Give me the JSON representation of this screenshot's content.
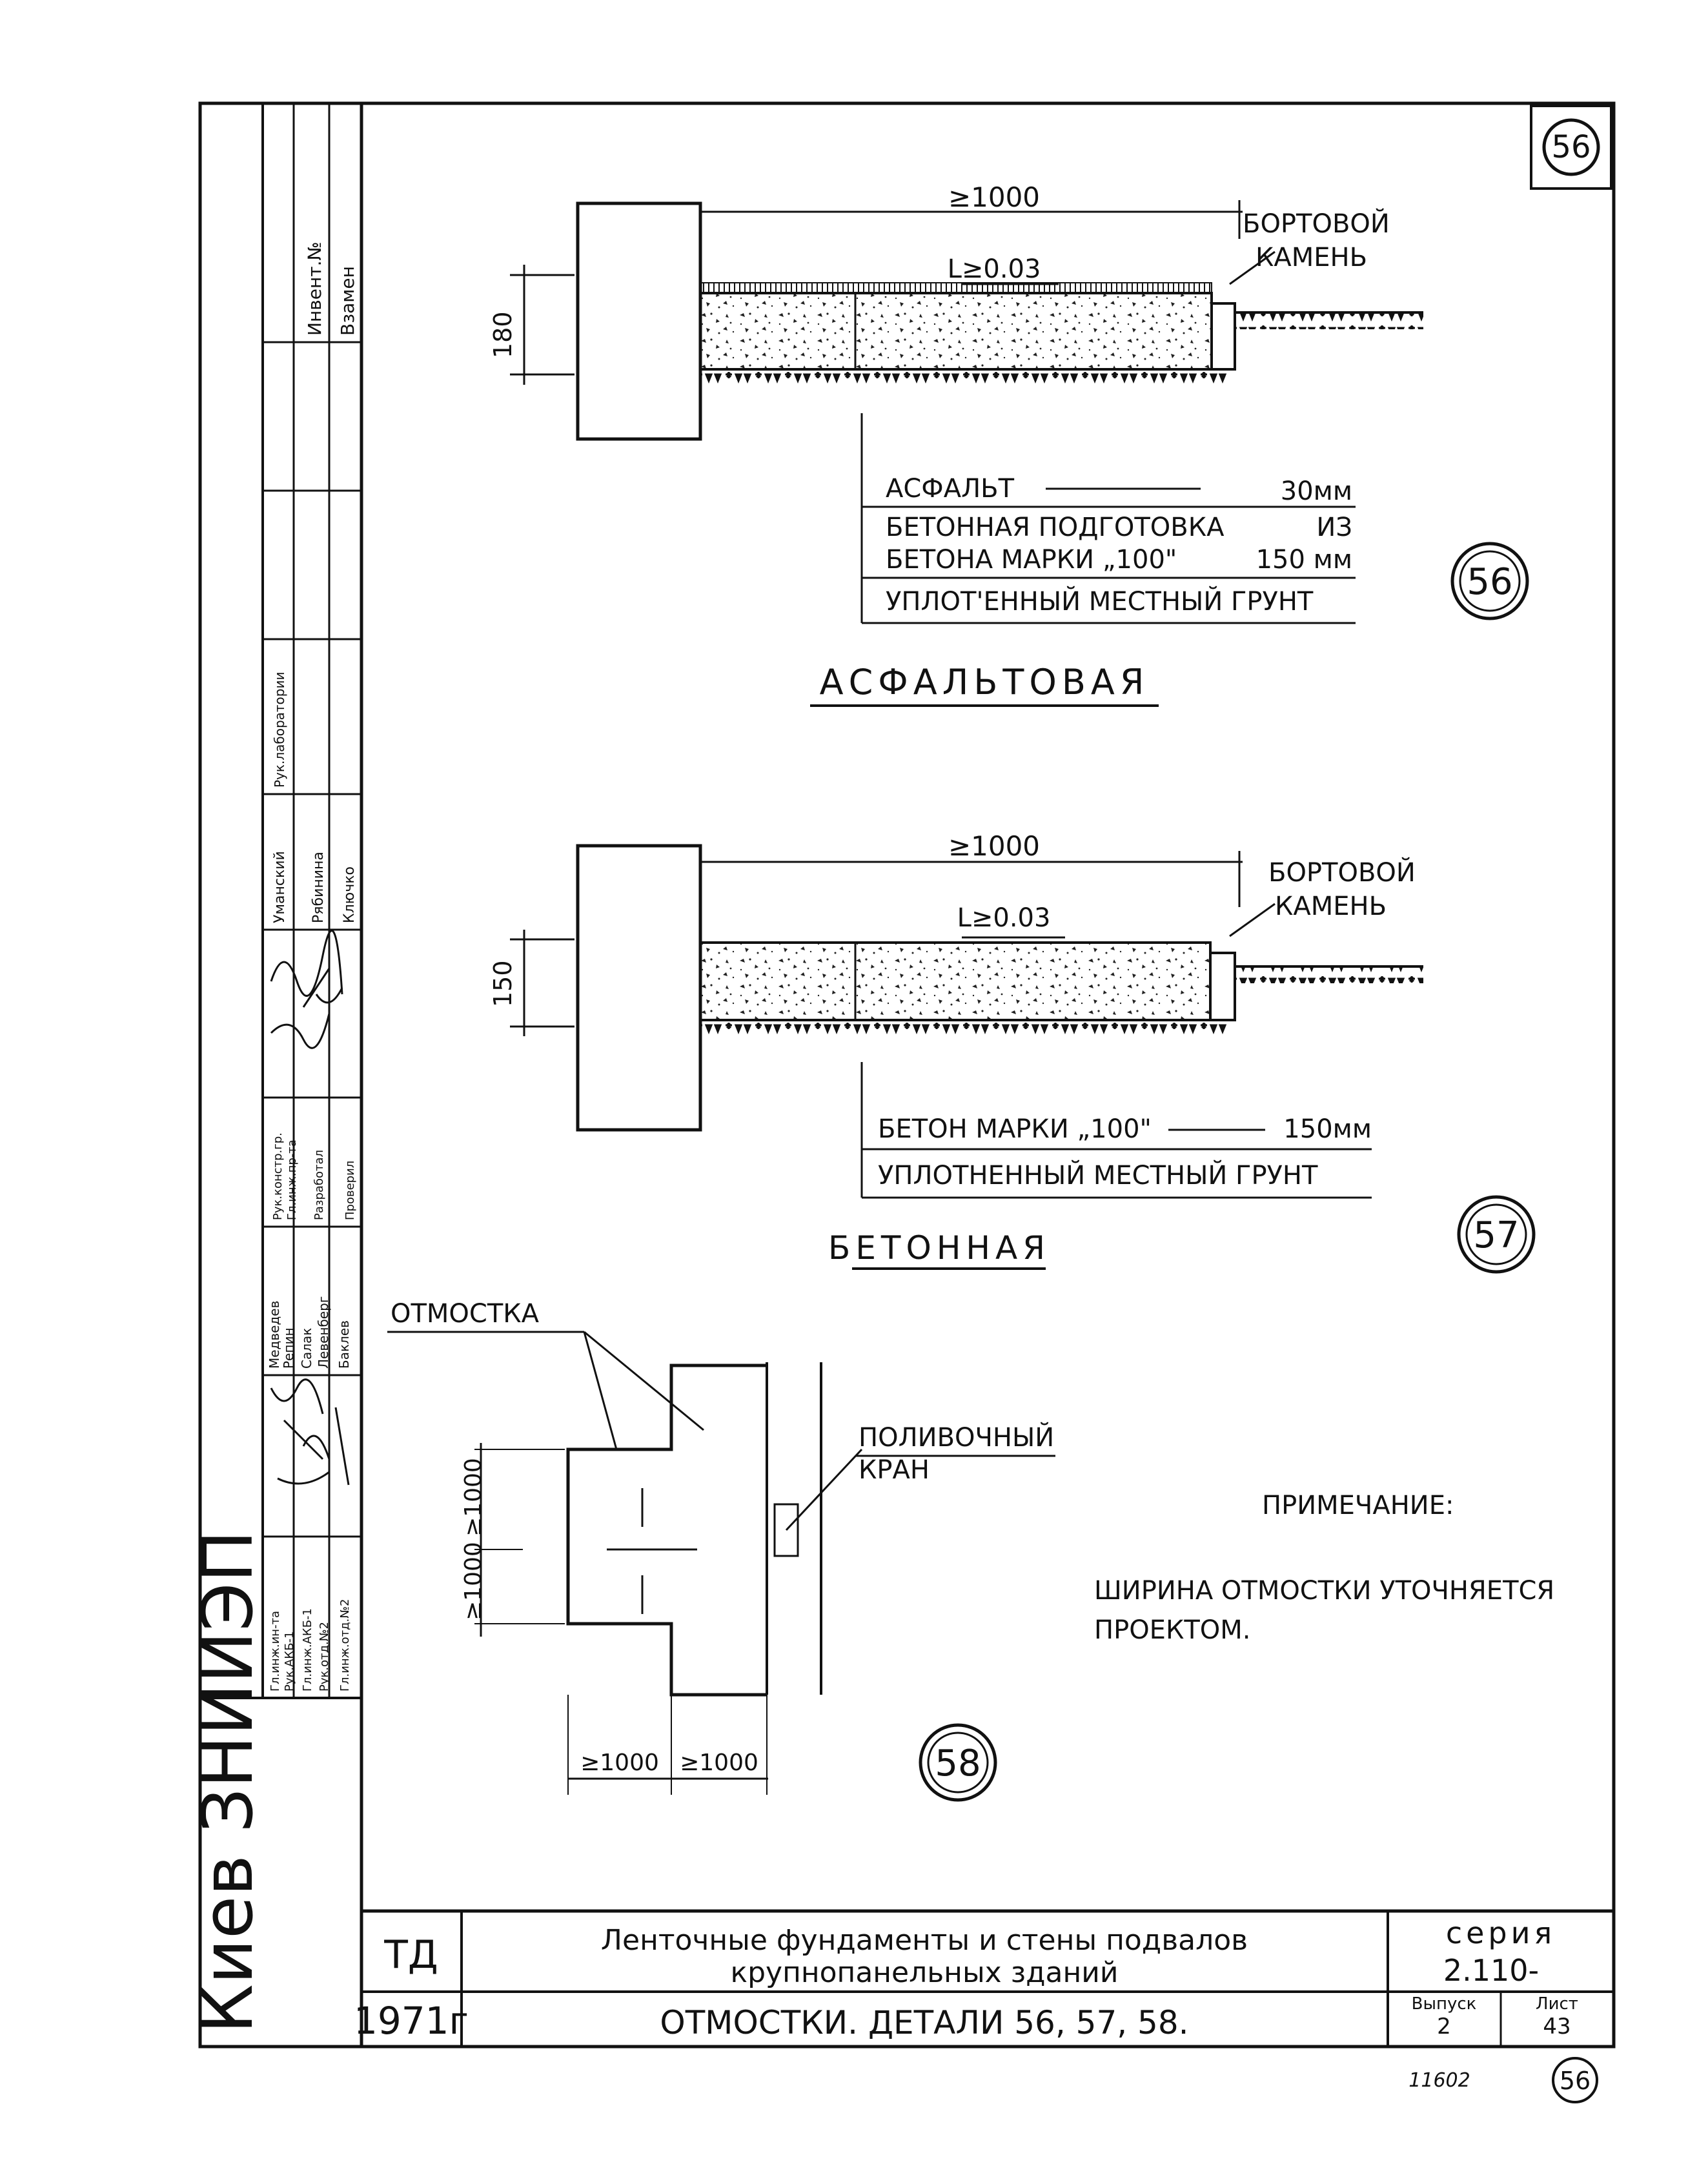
{
  "sheet_number_top": "56",
  "sheet_number_bottom": "56",
  "stamp_number": "11602",
  "detail56": {
    "dim_width": "≥1000",
    "dim_height": "180",
    "slope": "L≥0.03",
    "curb_label_1": "БОРТОВОЙ",
    "curb_label_2": "КАМЕНЬ",
    "layer_1": "АСФАЛЬТ",
    "layer_1_thickness": "30мм",
    "layer_2_line1": "БЕТОННАЯ ПОДГОТОВКА",
    "layer_2_from": "ИЗ",
    "layer_2_line2": "БЕТОНА МАРКИ „100\"",
    "layer_2_thickness": "150 мм",
    "layer_3": "УПЛОТ'ЕННЫЙ МЕСТНЫЙ ГРУНТ",
    "number": "56",
    "title": "АСФАЛЬТОВАЯ"
  },
  "detail57": {
    "dim_width": "≥1000",
    "dim_height": "150",
    "slope": "L≥0.03",
    "curb_label_1": "БОРТОВОЙ",
    "curb_label_2": "КАМЕНЬ",
    "layer_1": "БЕТОН МАРКИ „100\"",
    "layer_1_thickness": "150мм",
    "layer_2": "УПЛОТНЕННЫЙ МЕСТНЫЙ ГРУНТ",
    "number": "57",
    "title": "БЕТОННАЯ"
  },
  "detail58": {
    "label_blind_area": "ОТМОСТКА",
    "label_tap_1": "ПОЛИВОЧНЫЙ",
    "label_tap_2": "КРАН",
    "dim_v1": "≥1000",
    "dim_v2": "≥1000",
    "dim_h1": "≥1000",
    "dim_h2": "≥1000",
    "number": "58"
  },
  "note": {
    "heading": "ПРИМЕЧАНИЕ:",
    "line1": "ШИРИНА ОТМОСТКИ УТОЧНЯЕТСЯ",
    "line2": "ПРОЕКТОМ."
  },
  "left_strip": {
    "organization": "Киев ЗНИИЭП",
    "inv_no": "Инвент.№",
    "replace": "Взамен",
    "roles": [
      "Гл.инж.ин-та",
      "Рук.АКБ-1",
      "Гл.инж.АКБ-1",
      "Рук.отд.№2",
      "Гл.инж.отд.№2"
    ],
    "names": [
      "Медведев",
      "Репин",
      "Салак",
      "Левенберг",
      "Баклев"
    ],
    "roles2": [
      "Рук.констр.гр.",
      "Гл.инж.пр-та",
      "Разработал",
      "Проверил"
    ],
    "names2": [
      "Уманский",
      "Рябинина",
      "Ключко"
    ],
    "lab_head": "Рук.лаборатории"
  },
  "title_block": {
    "code": "ТД",
    "year": "1971г",
    "title_line1": "Ленточные фундаменты и стены подвалов",
    "title_line2": "крупнопанельных зданий",
    "subtitle": "ОТМОСТКИ.   ДЕТАЛИ 56, 57, 58.",
    "series_label": "серия",
    "series_value": "2.110-",
    "issue_label": "Выпуск",
    "issue_value": "2",
    "sheet_label": "Лист",
    "sheet_value": "43"
  }
}
